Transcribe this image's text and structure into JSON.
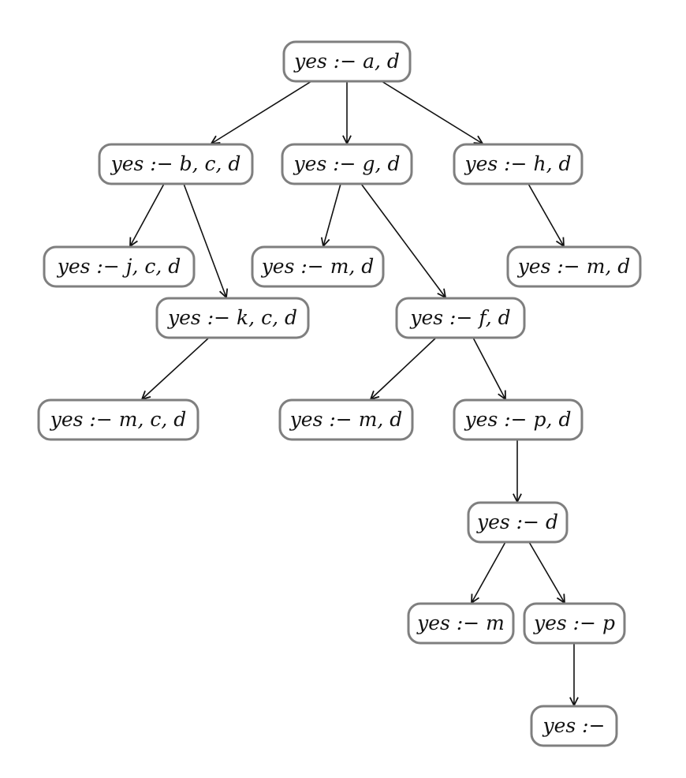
{
  "nodes": [
    {
      "id": "n1",
      "label": "yes :− a, d"
    },
    {
      "id": "n2",
      "label": "yes :− b, c, d"
    },
    {
      "id": "n3",
      "label": "yes :− g, d"
    },
    {
      "id": "n4",
      "label": "yes :− h, d"
    },
    {
      "id": "n5",
      "label": "yes :− j, c, d"
    },
    {
      "id": "n6",
      "label": "yes :− m, d"
    },
    {
      "id": "n7",
      "label": "yes :− m, d"
    },
    {
      "id": "n8",
      "label": "yes :− k, c, d"
    },
    {
      "id": "n9",
      "label": "yes :− f, d"
    },
    {
      "id": "n10",
      "label": "yes :− m, c, d"
    },
    {
      "id": "n11",
      "label": "yes :− m, d"
    },
    {
      "id": "n12",
      "label": "yes :− p, d"
    },
    {
      "id": "n13",
      "label": "yes :− d"
    },
    {
      "id": "n14",
      "label": "yes :− m"
    },
    {
      "id": "n15",
      "label": "yes :− p"
    },
    {
      "id": "n16",
      "label": "yes :−"
    }
  ],
  "edges": [
    [
      "n1",
      "n2"
    ],
    [
      "n1",
      "n3"
    ],
    [
      "n1",
      "n4"
    ],
    [
      "n2",
      "n5"
    ],
    [
      "n2",
      "n8"
    ],
    [
      "n3",
      "n6"
    ],
    [
      "n3",
      "n9"
    ],
    [
      "n4",
      "n7"
    ],
    [
      "n8",
      "n10"
    ],
    [
      "n9",
      "n11"
    ],
    [
      "n9",
      "n12"
    ],
    [
      "n12",
      "n13"
    ],
    [
      "n13",
      "n14"
    ],
    [
      "n13",
      "n15"
    ],
    [
      "n15",
      "n16"
    ]
  ]
}
